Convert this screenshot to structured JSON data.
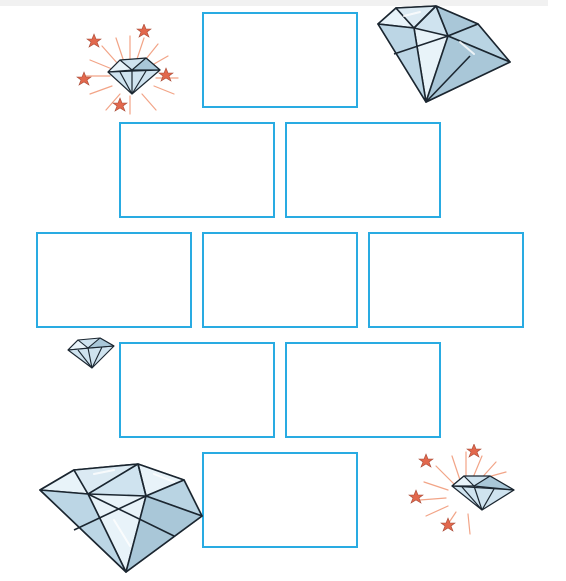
{
  "colors": {
    "box_border": "#29abe2",
    "diamond_fill": "#cfe3ef",
    "diamond_light": "#e8f3f9",
    "diamond_dark": "#a9c7d8",
    "outline": "#1b2630",
    "star": "#e2684d",
    "sparkle": "#f2a487"
  },
  "icons": {
    "large_diamond": "diamond-icon",
    "small_diamond": "small-diamond-icon",
    "sparkling_diamond": "sparkling-diamond-icon",
    "star": "star-icon"
  },
  "pyramid": {
    "rows": [
      1,
      2,
      3,
      2,
      1
    ],
    "empty_boxes": 9
  }
}
